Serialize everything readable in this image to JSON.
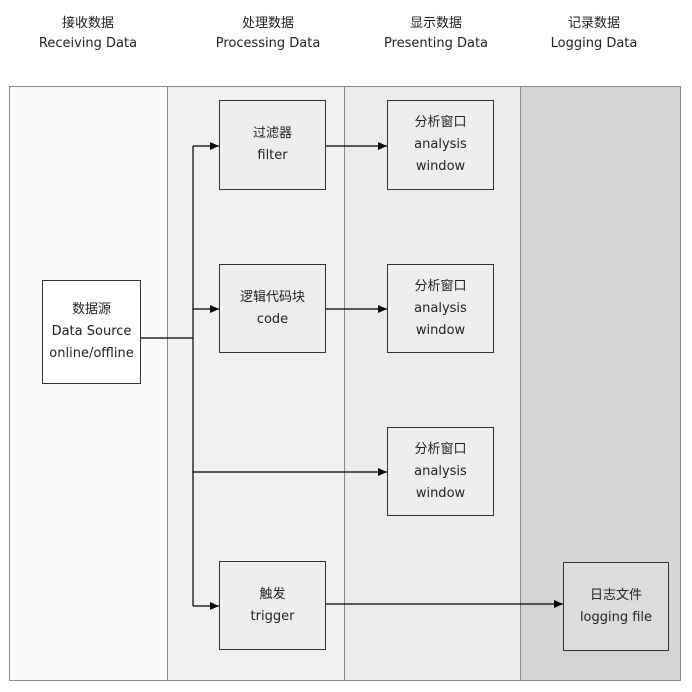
{
  "lanes": [
    {
      "zh": "接收数据",
      "en": "Receiving Data"
    },
    {
      "zh": "处理数据",
      "en": "Processing Data"
    },
    {
      "zh": "显示数据",
      "en": "Presenting Data"
    },
    {
      "zh": "记录数据",
      "en": "Logging Data"
    }
  ],
  "nodes": {
    "data_source": {
      "zh": "数据源",
      "en1": "Data Source",
      "en2": "online/offline"
    },
    "filter": {
      "zh": "过滤器",
      "en": "filter"
    },
    "logic": {
      "zh": "逻辑代码块",
      "en": "code"
    },
    "trigger": {
      "zh": "触发",
      "en": "trigger"
    },
    "analysis1": {
      "zh": "分析窗口",
      "en": "analysis window"
    },
    "analysis2": {
      "zh": "分析窗口",
      "en": "analysis window"
    },
    "analysis3": {
      "zh": "分析窗口",
      "en": "analysis window"
    },
    "log_file": {
      "zh": "日志文件",
      "en": "logging file"
    }
  },
  "colors": {
    "lane_receiving": "#f9f9f9",
    "lane_processing": "#f0f0f0",
    "lane_presenting": "#ebebeb",
    "lane_logging": "#d4d4d4",
    "stroke": "#000000"
  }
}
